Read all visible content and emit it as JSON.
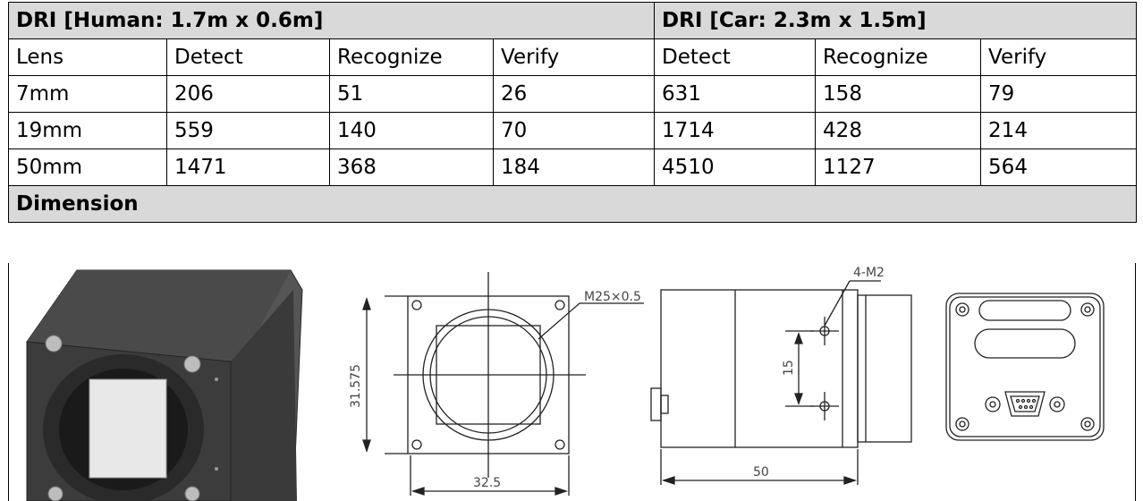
{
  "table": {
    "group_human": "DRI [Human: 1.7m x 0.6m]",
    "group_car": "DRI [Car: 2.3m x 1.5m]",
    "columns": [
      "Lens",
      "Detect",
      "Recognize",
      "Verify",
      "Detect",
      "Recognize",
      "Verify"
    ],
    "rows": [
      [
        "7mm",
        "206",
        "51",
        "26",
        "631",
        "158",
        "79"
      ],
      [
        "19mm",
        "559",
        "140",
        "70",
        "1714",
        "428",
        "214"
      ],
      [
        "50mm",
        "1471",
        "368",
        "184",
        "4510",
        "1127",
        "564"
      ]
    ]
  },
  "dimension": {
    "heading": "Dimension",
    "front_thread": "M25×0.5",
    "front_height": "31.575",
    "front_width": "32.5",
    "side_holes": "4-M2",
    "side_hole_spacing": "15",
    "side_length": "50"
  },
  "colors": {
    "header_fill": "#d9d9d9",
    "camera_body": "#3c3c3c"
  }
}
